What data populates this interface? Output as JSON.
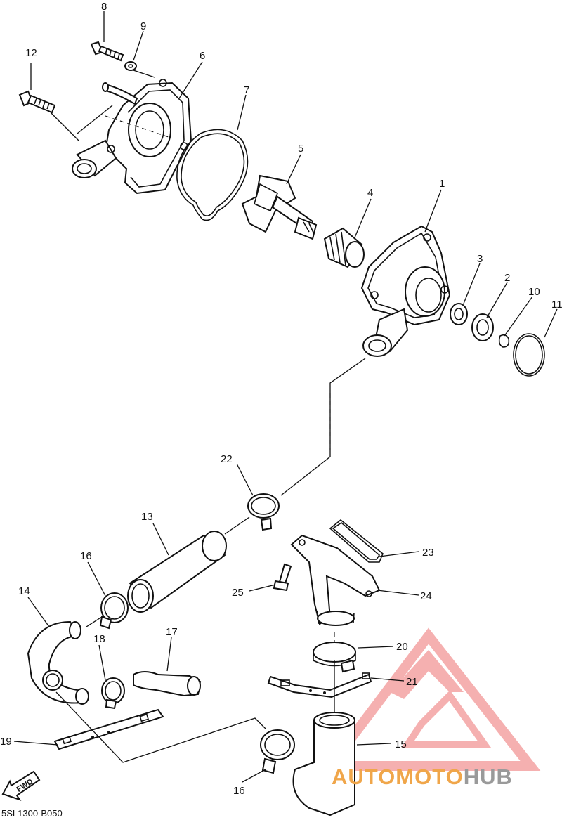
{
  "callouts": [
    {
      "num": "1"
    },
    {
      "num": "2"
    },
    {
      "num": "3"
    },
    {
      "num": "4"
    },
    {
      "num": "5"
    },
    {
      "num": "6"
    },
    {
      "num": "7"
    },
    {
      "num": "8"
    },
    {
      "num": "9"
    },
    {
      "num": "10"
    },
    {
      "num": "11"
    },
    {
      "num": "12"
    },
    {
      "num": "13"
    },
    {
      "num": "14"
    },
    {
      "num": "15"
    },
    {
      "num": "16"
    },
    {
      "num": "16"
    },
    {
      "num": "17"
    },
    {
      "num": "18"
    },
    {
      "num": "19"
    },
    {
      "num": "20"
    },
    {
      "num": "21"
    },
    {
      "num": "22"
    },
    {
      "num": "23"
    },
    {
      "num": "24"
    },
    {
      "num": "25"
    }
  ],
  "fwd_label": "FWD",
  "diagram_code": "5SL1300-B050",
  "watermark": {
    "part1": "AUTOMOTO",
    "part2": "HUB",
    "color_accent": "#f0a64a",
    "color_triangle": "#f4a3a3",
    "color_gray": "#9a9a9a"
  }
}
